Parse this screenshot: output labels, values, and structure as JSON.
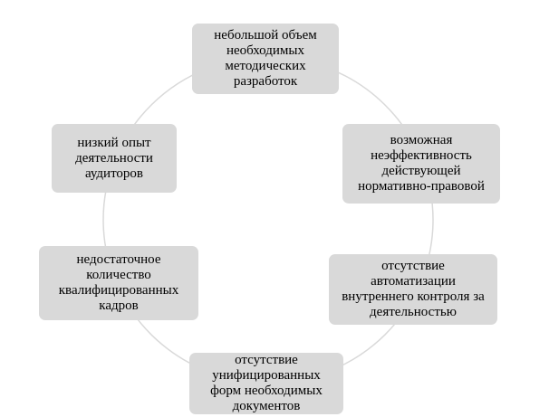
{
  "colors": {
    "node_fill": "#d9d9d9",
    "ring_stroke": "#d9d9d9",
    "text": "#000000",
    "background": "#ffffff"
  },
  "nodes": [
    {
      "label": "небольшой объем\nнеобходимых\nметодических\nразработок"
    },
    {
      "label": "возможная\nнеэффективность\nдействующей\nнормативно-правовой"
    },
    {
      "label": "отсутствие\nавтоматизации\nвнутреннего контроля за\nдеятельностью"
    },
    {
      "label": "отсутствие\nунифицированных\nформ необходимых\nдокументов"
    },
    {
      "label": "недостаточное\nколичество\nквалифицированных\nкадров"
    },
    {
      "label": "низкий опыт\nдеятельности\nаудиторов"
    }
  ]
}
